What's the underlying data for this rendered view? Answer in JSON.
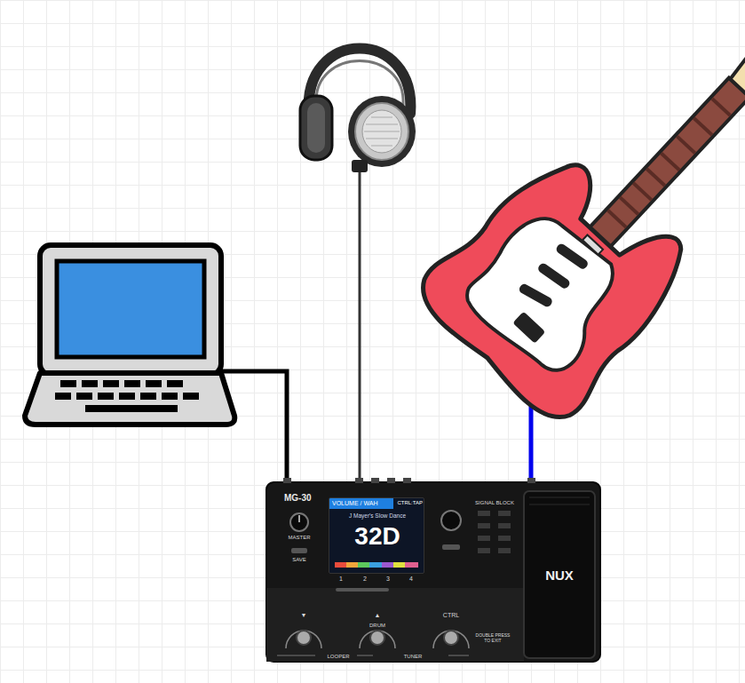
{
  "diagram": {
    "nodes": [
      {
        "text": [
          "MG-30"
        ]
      },
      {
        "text": [
          "VOLUME / WAH",
          "CTRL:TAP",
          "J Mayer's Slow Dance",
          "32D"
        ],
        "in": 0
      }
    ],
    "labels": [
      "MASTER",
      "SAVE",
      "SIGNAL BLOCK",
      "1",
      "2",
      "3",
      "4",
      "NUX",
      "▼",
      "▲",
      "CTRL",
      "DRUM",
      "DOUBLE PRESS TO EXIT",
      "LOOPER",
      "TUNER"
    ]
  }
}
